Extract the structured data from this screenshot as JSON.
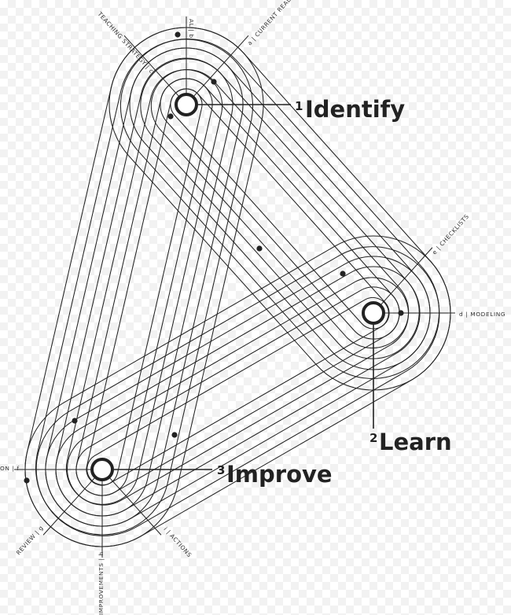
{
  "stages": [
    {
      "number": "1",
      "name": "Identify"
    },
    {
      "number": "2",
      "name": "Learn"
    },
    {
      "number": "3",
      "name": "Improve"
    }
  ],
  "spoke_labels": {
    "a": "a | CURRENT REALITY",
    "b": "AL | b",
    "c": "TEACHING STRATEGY | c",
    "d": "d | MODELING",
    "e": "e | CHECKLISTS",
    "f": "ON | f",
    "g": "REVIEW | g",
    "h": "IMPROVEMENTS | h",
    "i": "i | ACTIONS"
  },
  "colors": {
    "ink": "#222222",
    "background": "#ffffff"
  }
}
